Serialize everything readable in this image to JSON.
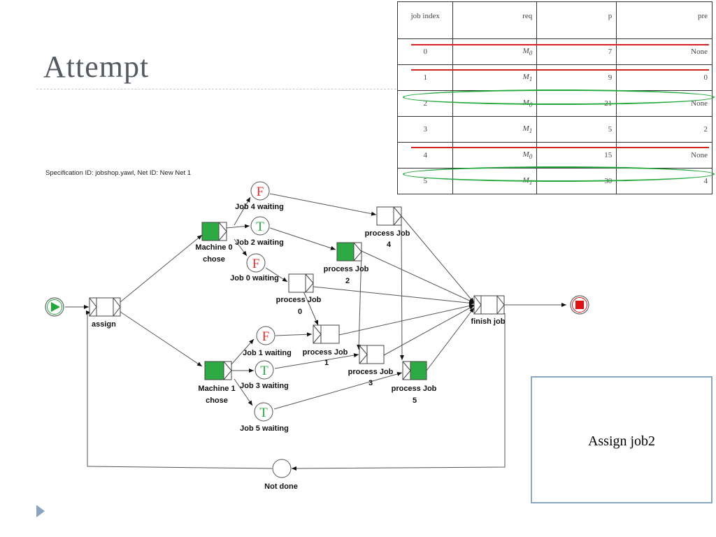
{
  "slide": {
    "title": "Attempt"
  },
  "spec_line": "Specification ID: jobshop.yawl, Net ID:  New Net 1",
  "table": {
    "headers": [
      "job index",
      "req",
      "p",
      "pre"
    ],
    "rows": [
      {
        "idx": "0",
        "req": "M",
        "req_sub": "0",
        "p": "7",
        "pre": "None",
        "status": "struck"
      },
      {
        "idx": "1",
        "req": "M",
        "req_sub": "1",
        "p": "9",
        "pre": "0",
        "status": "struck"
      },
      {
        "idx": "2",
        "req": "M",
        "req_sub": "0",
        "p": "21",
        "pre": "None",
        "status": "circled"
      },
      {
        "idx": "3",
        "req": "M",
        "req_sub": "1",
        "p": "5",
        "pre": "2",
        "status": "plain"
      },
      {
        "idx": "4",
        "req": "M",
        "req_sub": "0",
        "p": "15",
        "pre": "None",
        "status": "struck"
      },
      {
        "idx": "5",
        "req": "M",
        "req_sub": "1",
        "p": "30",
        "pre": "4",
        "status": "circled"
      }
    ]
  },
  "net": {
    "tasks": {
      "assign": "assign",
      "m0_line1": "Machine 0",
      "m0_line2": "chose",
      "m1_line1": "Machine 1",
      "m1_line2": "chose",
      "pj4_line1": "process Job",
      "pj4_line2": "4",
      "pj2_line1": "process Job",
      "pj2_line2": "2",
      "pj0_line1": "process Job",
      "pj0_line2": "0",
      "pj1_line1": "process Job",
      "pj1_line2": "1",
      "pj3_line1": "process Job",
      "pj3_line2": "3",
      "pj5_line1": "process Job",
      "pj5_line2": "5",
      "finish": "finish job"
    },
    "conditions": {
      "job4": {
        "label": "Job 4 waiting",
        "token": "F"
      },
      "job2": {
        "label": "Job 2 waiting",
        "token": "T"
      },
      "job0": {
        "label": "Job 0 waiting",
        "token": "F"
      },
      "job1": {
        "label": "Job 1 waiting",
        "token": "F"
      },
      "job3": {
        "label": "Job 3 waiting",
        "token": "T"
      },
      "job5": {
        "label": "Job 5 waiting",
        "token": "T"
      },
      "notdone": {
        "label": "Not done"
      }
    },
    "colors": {
      "active_task": "#2eaa45",
      "false_token": "#e03030",
      "true_token": "#2eaa45",
      "stop": "#e01010",
      "start": "#22a83a"
    }
  },
  "note": {
    "text": "Assign job2"
  }
}
